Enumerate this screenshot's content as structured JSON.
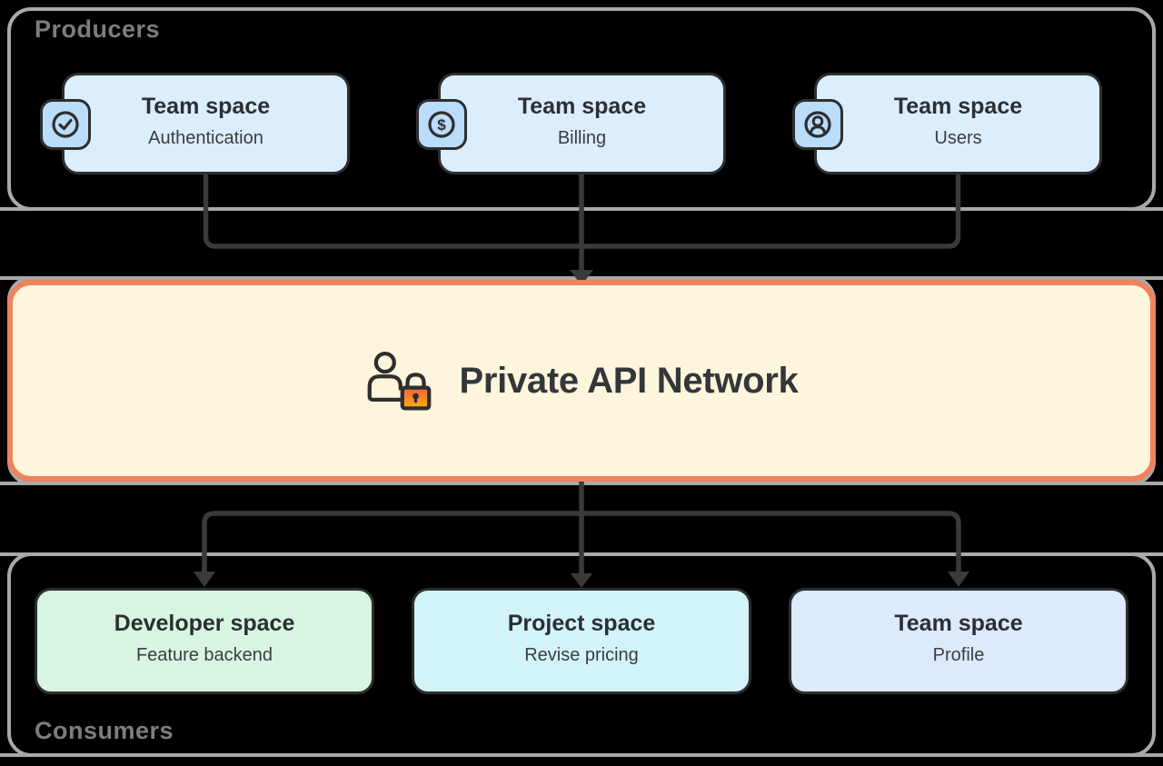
{
  "diagram": {
    "background": "#000000",
    "lane_border_color": "#a9a9a9",
    "connector_color": "#3a3a3a"
  },
  "producers_section": {
    "label": "Producers"
  },
  "consumers_section": {
    "label": "Consumers"
  },
  "network": {
    "title": "Private API Network",
    "bg": "#fdf6dc",
    "border_color": "#f0835e",
    "icon": "person-lock-icon",
    "lock_gradient_top": "#f2633c",
    "lock_gradient_bottom": "#fcaf17"
  },
  "producer_cards": [
    {
      "title": "Team space",
      "subtitle": "Authentication",
      "icon": "check-circle-icon",
      "bg": "#dcedfc"
    },
    {
      "title": "Team space",
      "subtitle": "Billing",
      "icon": "dollar-circle-icon",
      "bg": "#dcedfc"
    },
    {
      "title": "Team space",
      "subtitle": "Users",
      "icon": "user-circle-icon",
      "bg": "#dcedfc"
    }
  ],
  "consumer_cards": [
    {
      "title": "Developer space",
      "subtitle": "Feature backend",
      "bg": "#d8f5e2"
    },
    {
      "title": "Project space",
      "subtitle": "Revise pricing",
      "bg": "#d2f3f8"
    },
    {
      "title": "Team space",
      "subtitle": "Profile",
      "bg": "#dde9fc"
    }
  ],
  "icon_badge": {
    "bg": "#b9ddfa",
    "dollar_glyph": "$"
  }
}
